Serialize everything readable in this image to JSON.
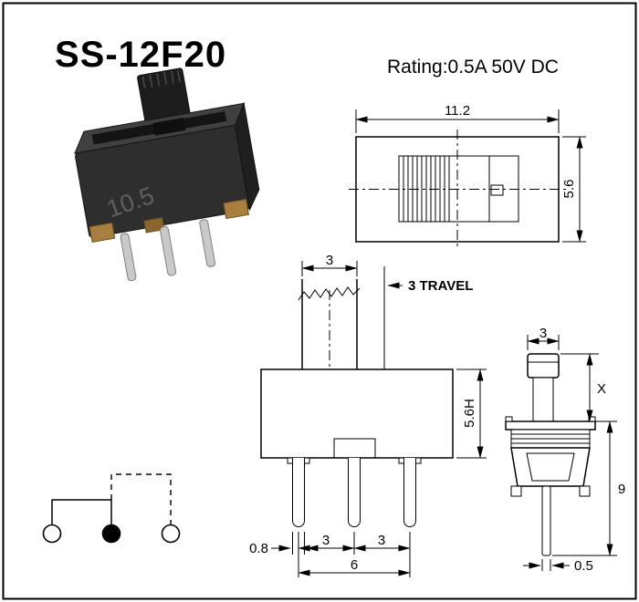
{
  "header": {
    "title": "SS-12F20",
    "rating": "Rating:0.5A 50V DC"
  },
  "photo": {
    "marking": "10.5"
  },
  "top_view": {
    "width": "11.2",
    "height": "5.6"
  },
  "front_view": {
    "knob_width": "3",
    "travel": "3 TRAVEL",
    "body_height": "5.6H",
    "pin_width": "0.8",
    "pitch_left": "3",
    "pitch_right": "3",
    "pin_span": "6"
  },
  "side_view": {
    "knob_width": "3",
    "knob_height": "X",
    "body_pin_height": "9",
    "pin_thickness": "0.5"
  },
  "colors": {
    "line": "#000000",
    "background": "#ffffff",
    "switch_body": "#2e2e2e",
    "switch_top": "#404040",
    "pin_metal": "#c9c9c9",
    "contact_gold": "#a97f3f"
  }
}
